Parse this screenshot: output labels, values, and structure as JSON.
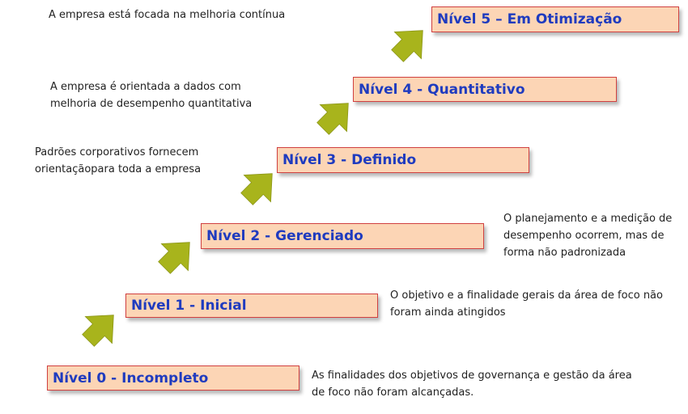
{
  "levels": [
    {
      "label": "Nível 0 - Incompleto",
      "description": [
        "As finalidades dos objetivos de governança e gestão da área",
        "de foco não  foram alcançadas."
      ]
    },
    {
      "label": "Nível 1 - Inicial",
      "description": [
        "O objetivo e a finalidade gerais da área de foco não",
        "foram ainda atingidos"
      ]
    },
    {
      "label": "Nível 2 - Gerenciado",
      "description": [
        "O planejamento e a medição de",
        "desempenho ocorrem, mas de",
        "forma não padronizada"
      ]
    },
    {
      "label": "Nível 3 - Definido",
      "description": [
        "Padrões corporativos fornecem",
        "orientaçãopara toda a empresa"
      ]
    },
    {
      "label": "Nível 4 - Quantitativo",
      "description": [
        "A empresa é orientada a dados com",
        "melhoria de desempenho quantitativa"
      ]
    },
    {
      "label": "Nível 5 – Em Otimização",
      "description": [
        "A empresa está focada na melhoria contínua"
      ]
    }
  ],
  "colors": {
    "box_fill": "#fcd5b5",
    "box_border": "#d04040",
    "label_text": "#1f3bbf",
    "arrow_fill": "#a8b41c"
  },
  "icons": {
    "step_arrow": "diagonal-up-right-arrow-icon"
  }
}
